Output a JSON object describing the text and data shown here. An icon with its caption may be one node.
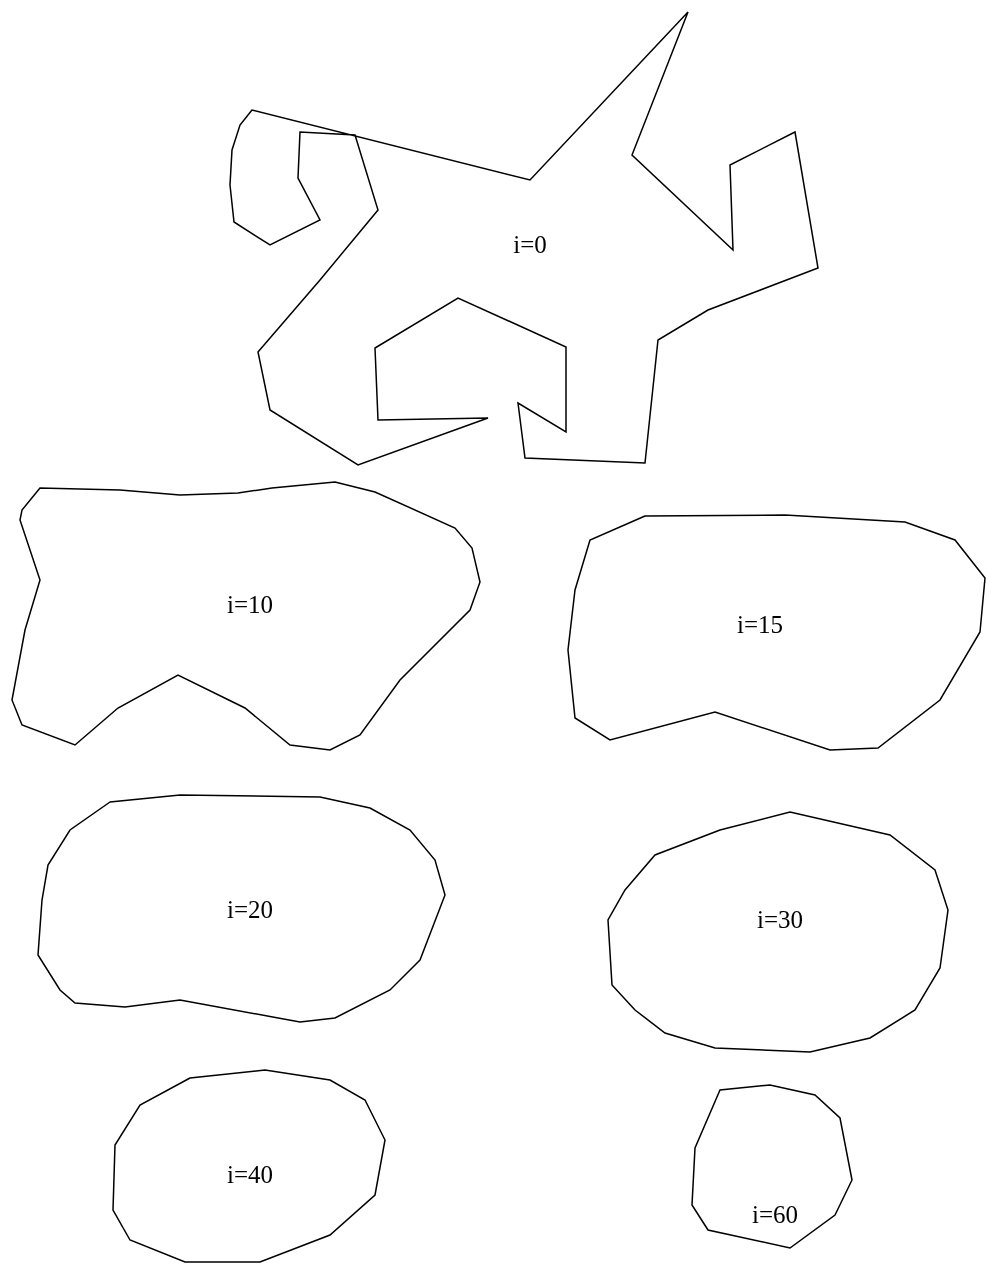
{
  "diagram": {
    "nodes": [
      {
        "text": [
          "i=0"
        ]
      },
      {
        "text": [
          "i=10"
        ]
      },
      {
        "text": [
          "i=15"
        ]
      },
      {
        "text": [
          "i=20"
        ]
      },
      {
        "text": [
          "i=30"
        ]
      },
      {
        "text": [
          "i=40"
        ]
      },
      {
        "text": [
          "i=60"
        ]
      }
    ]
  }
}
